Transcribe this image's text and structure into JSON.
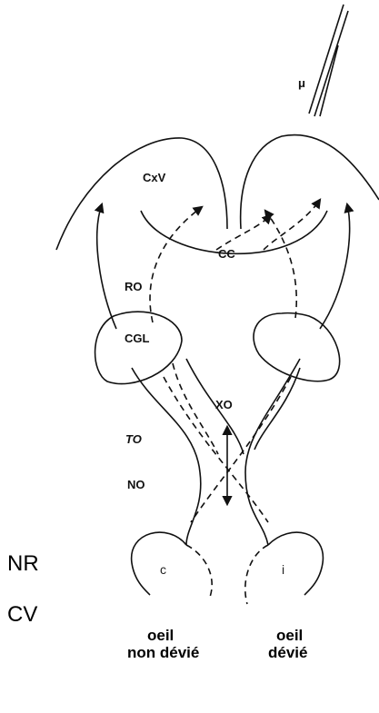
{
  "labels": {
    "mu": "μ",
    "cxv": "CxV",
    "cc": "CC",
    "ro": "RO",
    "cgl": "CGL",
    "xo": "XO",
    "to": "TO",
    "no": "NO"
  },
  "rows": {
    "nr": {
      "label": "NR",
      "left": "c",
      "right": "i"
    },
    "cv": {
      "label": "CV",
      "left_line1": "oeil",
      "left_line2": "non dévié",
      "right_line1": "oeil",
      "right_line2": "dévié"
    }
  }
}
